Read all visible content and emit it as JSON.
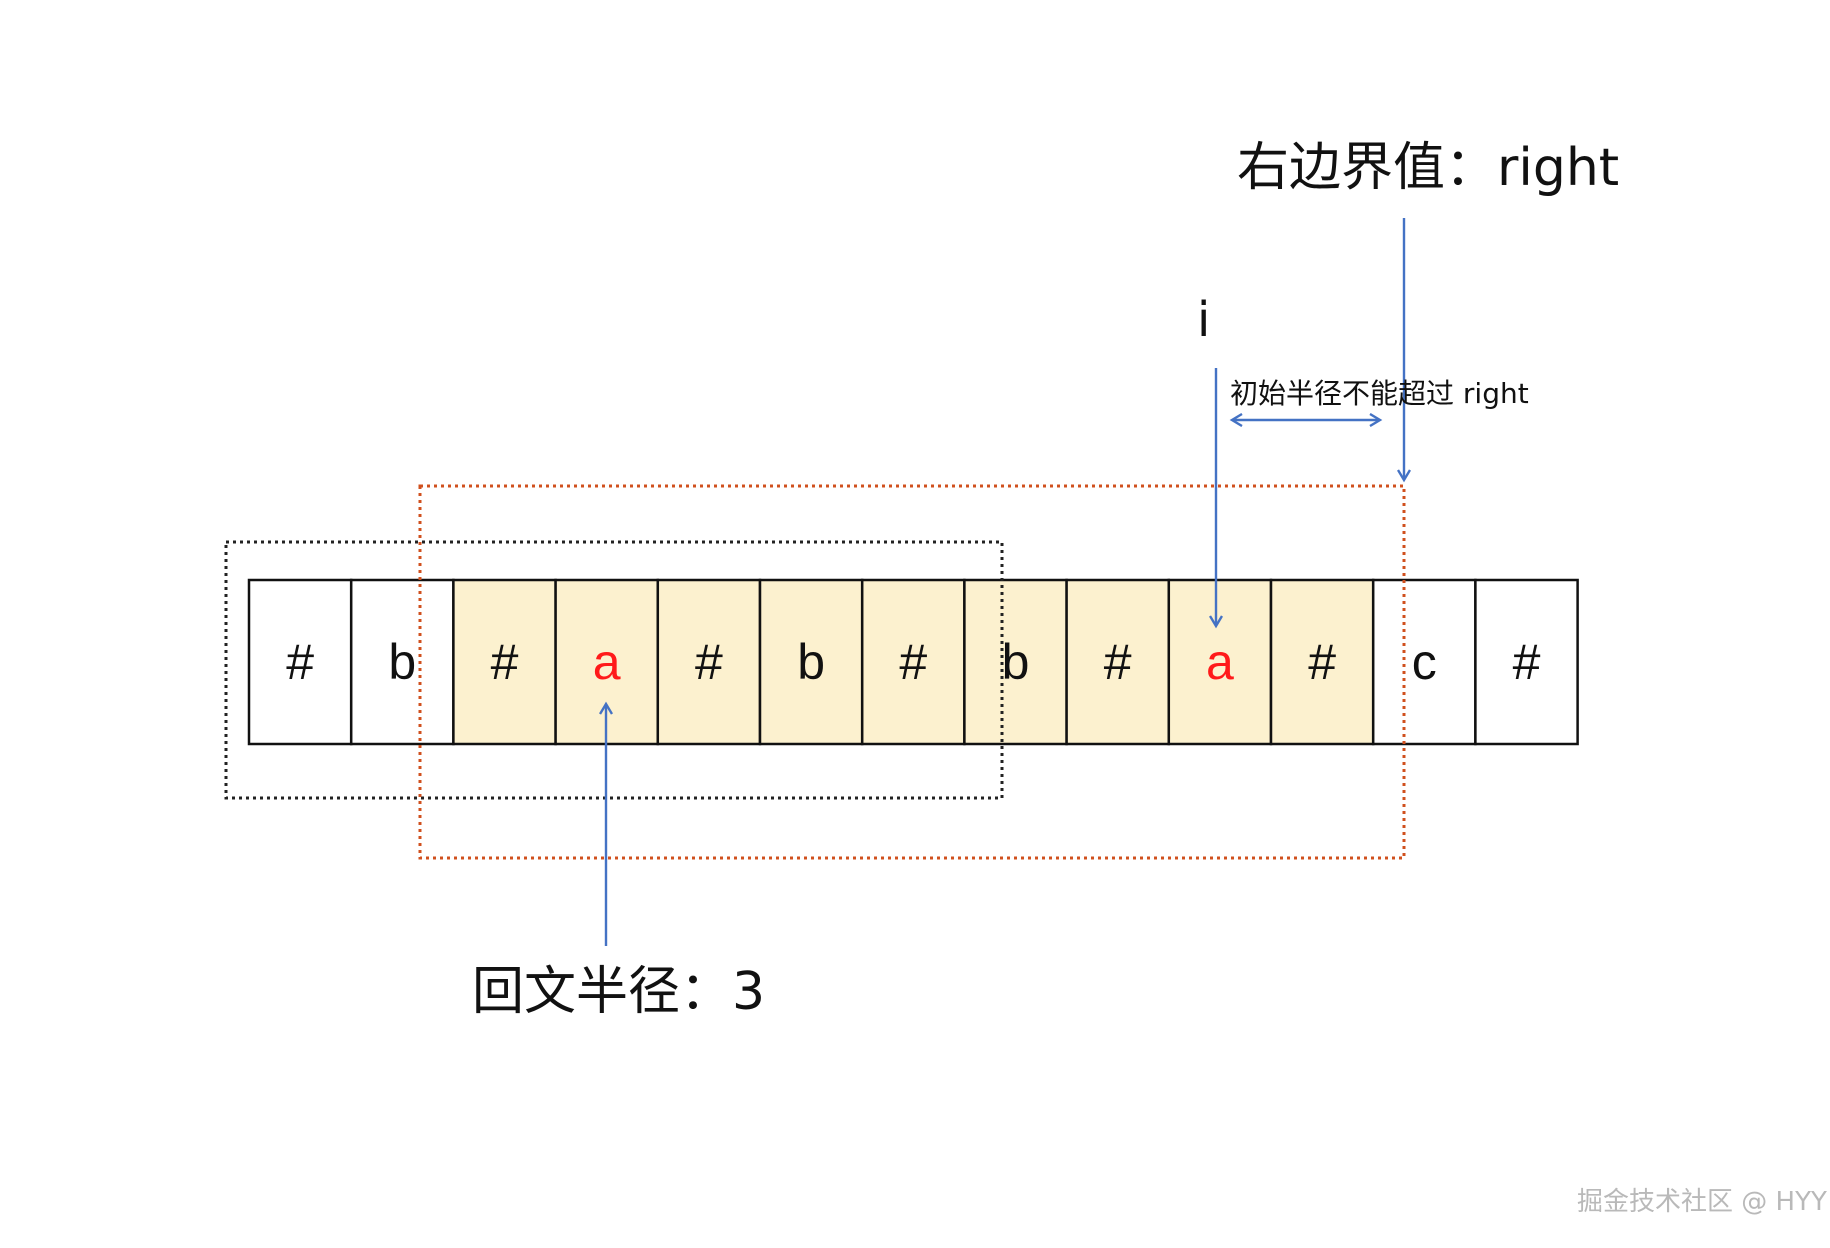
{
  "cells": [
    {
      "char": "#",
      "highlight": false,
      "red": false
    },
    {
      "char": "b",
      "highlight": false,
      "red": false
    },
    {
      "char": "#",
      "highlight": true,
      "red": false
    },
    {
      "char": "a",
      "highlight": true,
      "red": true
    },
    {
      "char": "#",
      "highlight": true,
      "red": false
    },
    {
      "char": "b",
      "highlight": true,
      "red": false
    },
    {
      "char": "#",
      "highlight": true,
      "red": false
    },
    {
      "char": "b",
      "highlight": true,
      "red": false
    },
    {
      "char": "#",
      "highlight": true,
      "red": false
    },
    {
      "char": "a",
      "highlight": true,
      "red": true
    },
    {
      "char": "#",
      "highlight": true,
      "red": false
    },
    {
      "char": "c",
      "highlight": false,
      "red": false
    },
    {
      "char": "#",
      "highlight": false,
      "red": false
    }
  ],
  "labels": {
    "right_boundary": "右边界值：right",
    "i": "i",
    "initial_radius_limit": "初始半径不能超过 right",
    "palindrome_radius": "回文半径：3",
    "watermark": "掘金技术社区 @ HYY"
  },
  "colors": {
    "highlight": "#fcf1cf",
    "cell_text": "#111111",
    "red_text": "#ff1a1a",
    "arrow": "#4472c4",
    "dotted_black": "#222222",
    "dotted_orange": "#d0501e"
  }
}
